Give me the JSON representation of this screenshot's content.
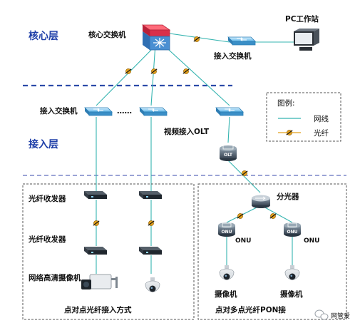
{
  "colors": {
    "zone_label": "#1f3fa8",
    "dashed_divider": "#2b4aa8",
    "network_line": "#35b4b0",
    "fiber_marker": "#e2a01c",
    "frame_border": "#555555"
  },
  "zones": {
    "core": "核心层",
    "access": "接入层"
  },
  "devices": {
    "core_switch": "核心交换机",
    "pc_station": "PC工作站",
    "access_switch_top": "接入交换机",
    "access_switch_left": "接入交换机",
    "dots": "……",
    "video_olt": "视频接入OLT",
    "olt_badge": "OLT",
    "transceiver_1": "光纤收发器",
    "transceiver_2": "光纤收发器",
    "camera_hd": "网络高清摄像机",
    "splitter": "分光器",
    "onu_left": "ONU",
    "onu_right": "ONU",
    "onu_badge": "ONU",
    "camera_left": "摄像机",
    "camera_right": "摄像机"
  },
  "legend": {
    "title": "图例:",
    "network": "网线",
    "fiber": "光纤"
  },
  "sections": {
    "p2p": "点对点光纤接入方式",
    "pon": "点对多点光纤PON接"
  },
  "watermark": "网管爱",
  "icons": [
    "switch-icon",
    "core-switch-icon",
    "pc-icon",
    "transceiver-icon",
    "olt-icon",
    "splitter-icon",
    "onu-icon",
    "dome-camera-icon",
    "box-camera-icon",
    "wechat-icon",
    "fiber-marker-icon"
  ]
}
